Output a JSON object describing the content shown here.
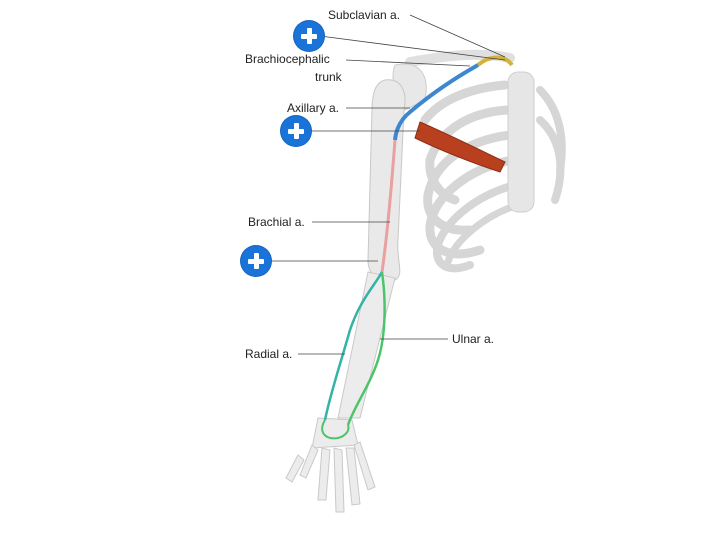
{
  "labels": {
    "subclavian": "Subclavian a.",
    "brachiocephalic_line1": "Brachiocephalic",
    "brachiocephalic_line2": "trunk",
    "axillary": "Axillary a.",
    "brachial": "Brachial a.",
    "radial": "Radial a.",
    "ulnar": "Ulnar a."
  },
  "hotspots": [
    "add-icon",
    "add-icon",
    "add-icon"
  ],
  "colors": {
    "hotspot": "#1a73d9",
    "bone": "#e4e4e4",
    "bone_outline": "#c8c8c8",
    "muscle": "#b8401e",
    "subclavian_artery": "#d4b23a",
    "axillary_artery": "#3d86d0",
    "brachial_artery": "#e8a0a0",
    "radial_artery": "#34b3a6",
    "ulnar_artery": "#4cc46a",
    "leader_line": "#444444"
  }
}
